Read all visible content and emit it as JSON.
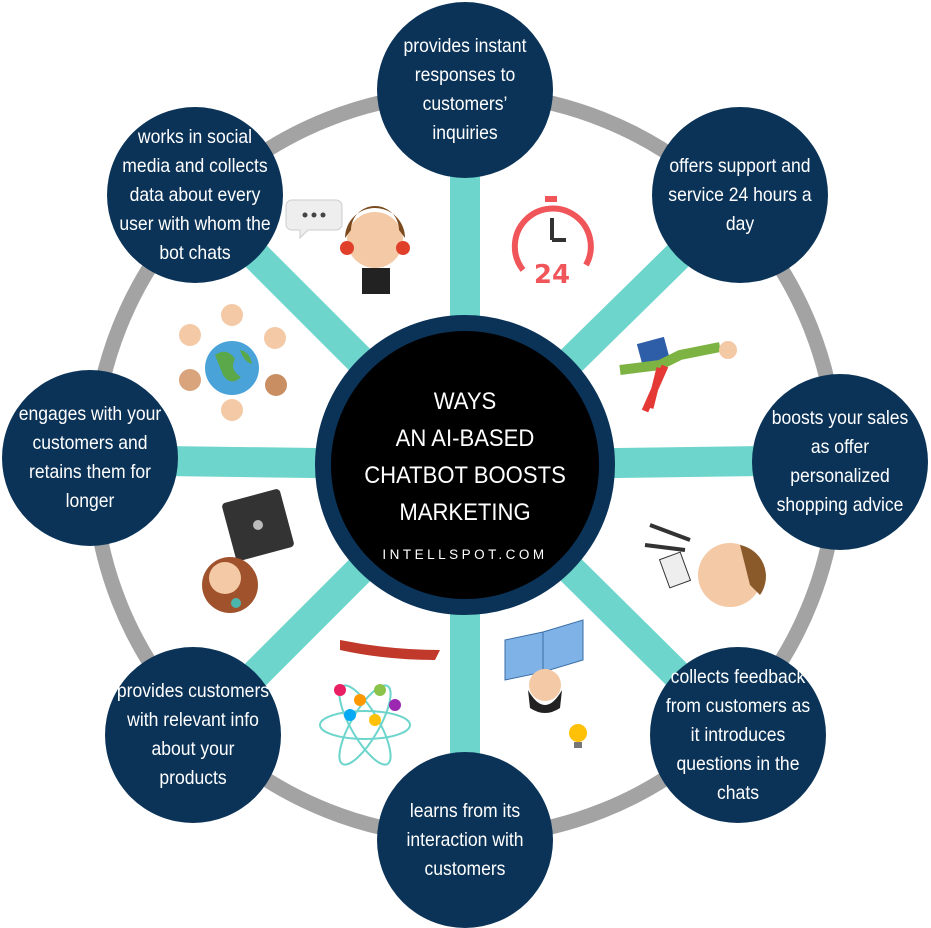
{
  "title": [
    "WAYS",
    "AN AI-BASED",
    "CHATBOT BOOSTS",
    "MARKETING"
  ],
  "site": "INTELLSPOT.COM",
  "colors": {
    "navy": "#0b3358",
    "teal": "#6dd5cc",
    "ring": "#a3a3a3",
    "center": "#000000",
    "clock": "#f0555a"
  },
  "nodes": [
    {
      "position": "top",
      "text": "provides instant responses to customers’ inquiries"
    },
    {
      "position": "top-right",
      "text": "offers support and service 24 hours a day"
    },
    {
      "position": "right",
      "text": "boosts your sales as offer personalized shopping advice"
    },
    {
      "position": "bottom-right",
      "text": "collects feedback from customers as it introduces questions in the chats"
    },
    {
      "position": "bottom",
      "text": "learns from its interaction with customers"
    },
    {
      "position": "bottom-left",
      "text": "provides customers with relevant info about your products"
    },
    {
      "position": "left",
      "text": "engages with your customers and retains them for longer"
    },
    {
      "position": "top-left",
      "text": "works in social media and collects data about every user with whom the bot chats"
    }
  ],
  "icons": [
    "chat-bubble-icon",
    "clock-24-icon",
    "globe-people-icon",
    "person-flying-icon",
    "person-laptop-icon",
    "doctor-clipboard-icon",
    "atom-book-icon",
    "person-book-lightbulb-icon"
  ],
  "clock_label": "24"
}
